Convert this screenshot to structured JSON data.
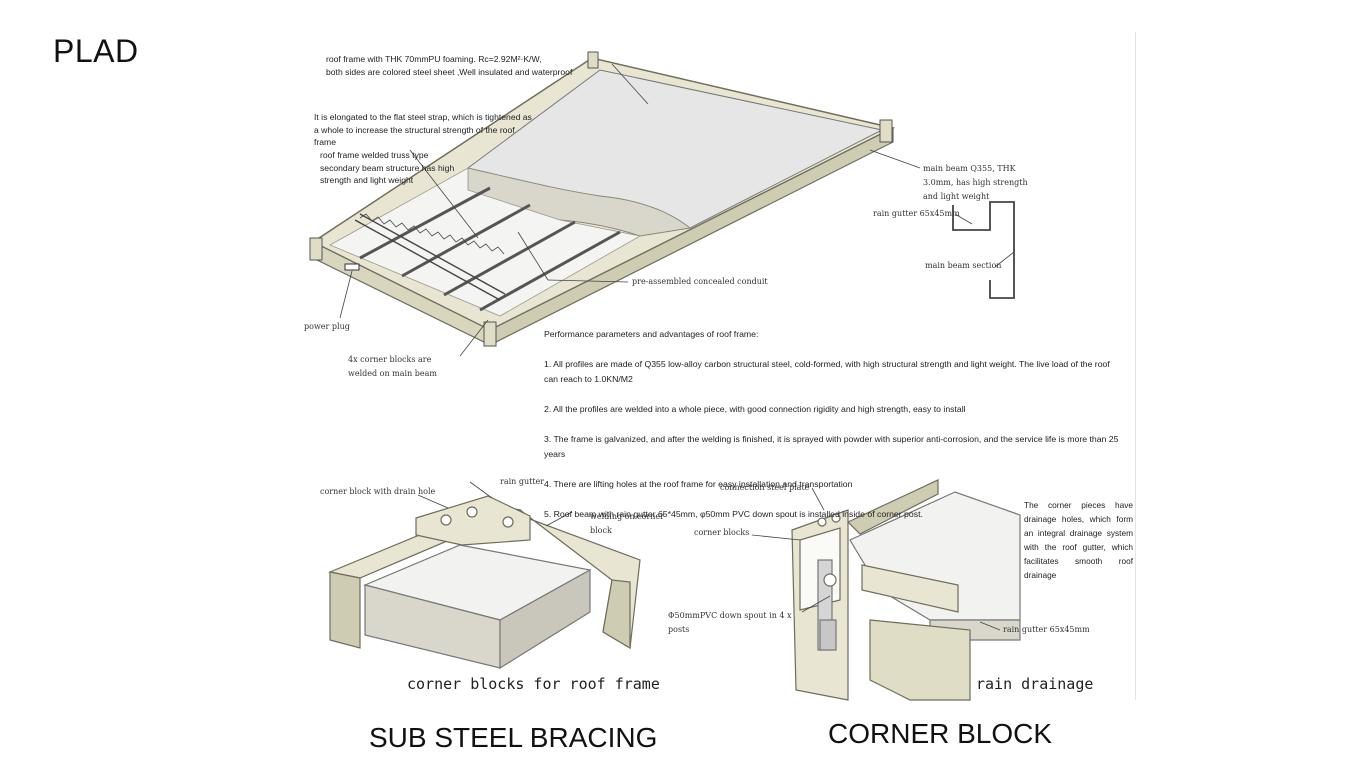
{
  "title": "PLAD",
  "roof_frame": {
    "label_roof_panel": "roof frame with THK 70mmPU foaming. Rc=2.92M²·K/W,\nboth sides are colored steel sheet ,Well insulated and waterproof",
    "label_strap": "It is elongated to the flat steel strap, which is tightened as\na whole to increase the structural strength of the roof\nframe",
    "label_truss": "roof frame welded truss type\nsecondary beam structure has high\nstrength and light weight",
    "label_main_beam": "main beam Q355, THK\n3.0mm, has high strength\nand light weight",
    "label_rain_gutter": "rain gutter 65x45mm",
    "label_beam_section": "main beam section",
    "label_conduit": "pre-assembled concealed conduit",
    "label_power_plug": "power plug",
    "label_corner_blocks": "4x corner blocks are\nwelded on main beam"
  },
  "performance": {
    "heading": "Performance parameters and advantages of roof frame:",
    "items": [
      "1. All profiles are made of Q355 low-alloy carbon structural steel, cold-formed, with high structural strength and light weight. The live load of the roof can reach  to 1.0KN/M2",
      "2. All the profiles are welded into a whole piece, with good connection rigidity and high strength, easy to install",
      "3. The frame is galvanized, and after the welding is finished, it is sprayed with powder with superior anti-corrosion, and the service life is more than 25 years",
      "4. There are lifting holes at the roof frame for easy installation and transportation",
      "5. Roof beam with rain gutter 65*45mm, φ50mm PVC down spout is installed inside of corner post."
    ]
  },
  "left_detail": {
    "label_drain_hole": "corner block with drain hole",
    "label_rain_gutter": "rain gutter",
    "label_welding": "welding on corner\nblock",
    "caption": "corner blocks for roof frame"
  },
  "right_detail": {
    "label_connection_plate": "connection steel plate",
    "label_corner_blocks": "corner blocks",
    "label_down_spout": "Φ50mmPVC down spout in 4 x\nposts",
    "label_rain_gutter": "rain gutter 65x45mm",
    "description": "The corner pieces have drainage holes, which form an integral drainage system with the roof gutter, which facilitates smooth roof drainage",
    "caption": "rain drainage"
  },
  "section_titles": {
    "left": "SUB STEEL BRACING",
    "right": "CORNER BLOCK"
  },
  "colors": {
    "steel_frame": "#e8e6d3",
    "steel_edge": "#6f6c5c",
    "panel": "#ebebeb",
    "insulation": "#d9d7cc"
  }
}
